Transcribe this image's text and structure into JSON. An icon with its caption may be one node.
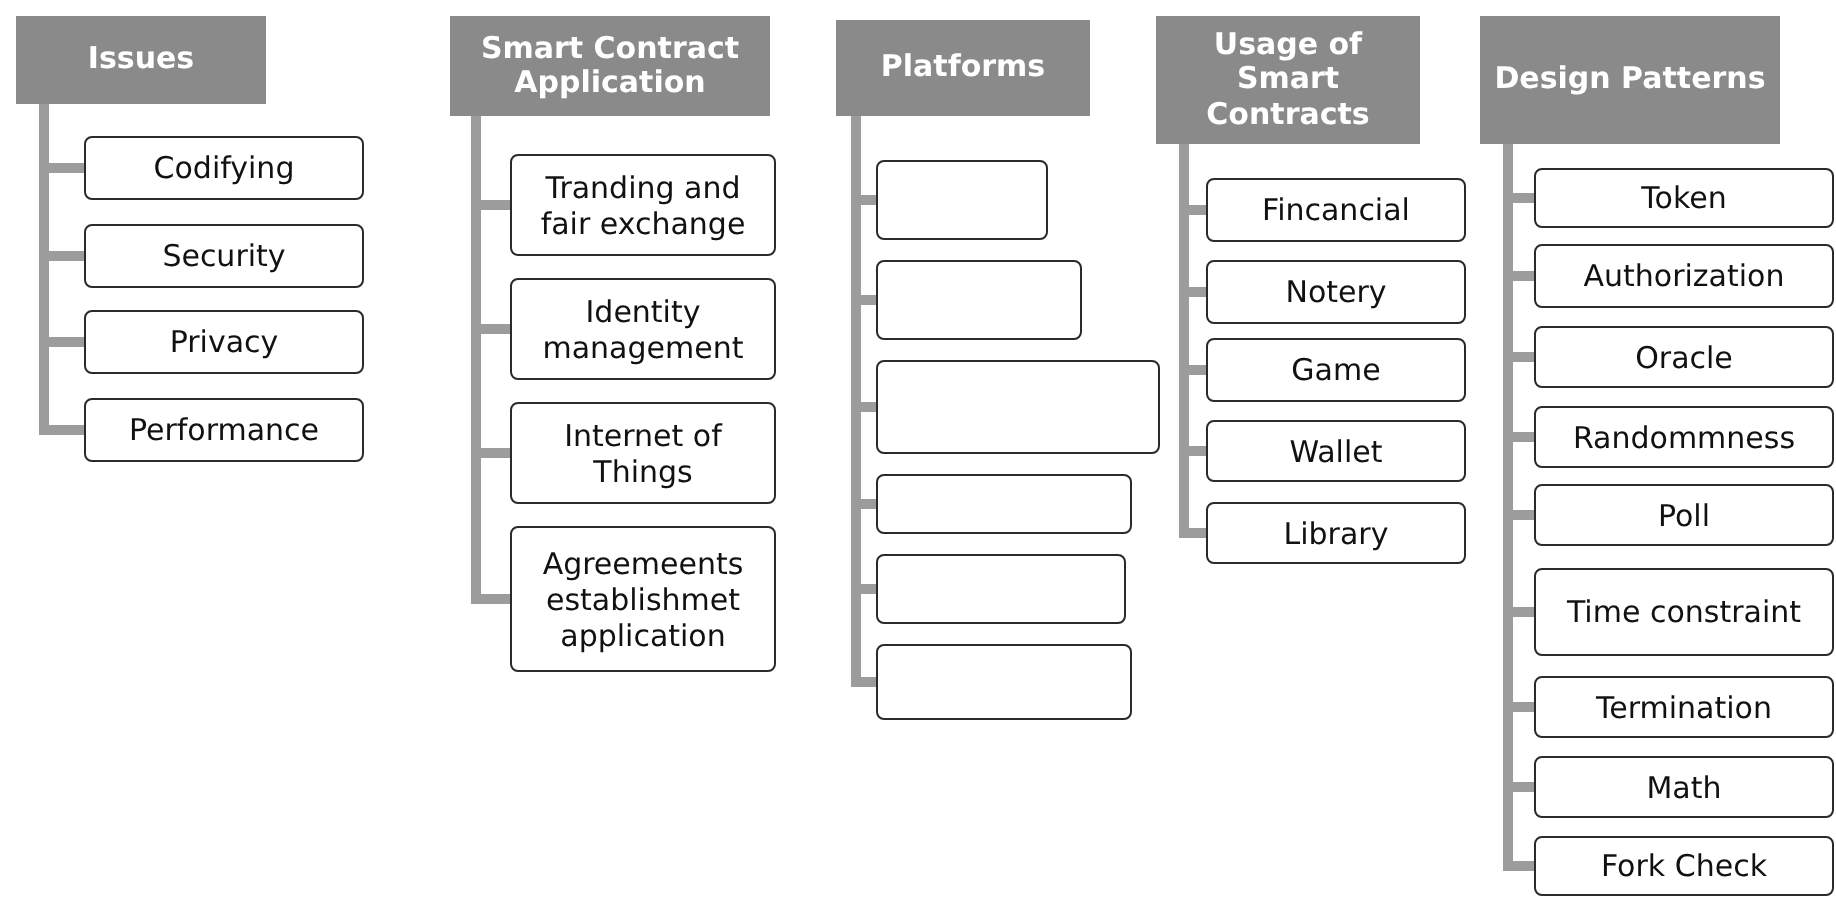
{
  "diagram": {
    "nodes": [
      {
        "text": [
          "Issues"
        ]
      },
      {
        "text": [
          "Codifying"
        ]
      },
      {
        "text": [
          "Security"
        ]
      },
      {
        "text": [
          "Privacy"
        ]
      },
      {
        "text": [
          "Performance"
        ]
      },
      {
        "text": [
          "Smart Contract Application"
        ]
      },
      {
        "text": [
          "Tranding and fair exchange"
        ]
      },
      {
        "text": [
          "Identity management"
        ]
      },
      {
        "text": [
          "Internet of Things"
        ]
      },
      {
        "text": [
          "Agreemeents establishmet application"
        ]
      },
      {
        "text": [
          "Platforms"
        ]
      },
      {
        "text": [],
        "shape": "box"
      },
      {
        "text": [],
        "shape": "box"
      },
      {
        "text": [],
        "shape": "box"
      },
      {
        "text": [],
        "shape": "box"
      },
      {
        "text": [],
        "shape": "box"
      },
      {
        "text": [],
        "shape": "box"
      },
      {
        "text": [
          "Usage of Smart Contracts"
        ]
      },
      {
        "text": [
          "Fincancial"
        ]
      },
      {
        "text": [
          "Notery"
        ]
      },
      {
        "text": [
          "Game"
        ]
      },
      {
        "text": [
          "Wallet"
        ]
      },
      {
        "text": [
          "Library"
        ]
      },
      {
        "text": [
          "Design Patterns"
        ]
      },
      {
        "text": [
          "Token"
        ]
      },
      {
        "text": [
          "Authorization"
        ]
      },
      {
        "text": [
          "Oracle"
        ]
      },
      {
        "text": [
          "Randommness"
        ]
      },
      {
        "text": [
          "Poll"
        ]
      },
      {
        "text": [
          "Time constraint"
        ]
      },
      {
        "text": [
          "Termination"
        ]
      },
      {
        "text": [
          "Math"
        ]
      },
      {
        "text": [
          "Fork Check"
        ]
      }
    ],
    "edges": [
      {
        "from": 0,
        "to": 1,
        "arrow": "none"
      },
      {
        "from": 0,
        "to": 2,
        "arrow": "none"
      },
      {
        "from": 0,
        "to": 3,
        "arrow": "none"
      },
      {
        "from": 0,
        "to": 4,
        "arrow": "none"
      },
      {
        "from": 5,
        "to": 6,
        "arrow": "none"
      },
      {
        "from": 5,
        "to": 7,
        "arrow": "none"
      },
      {
        "from": 5,
        "to": 8,
        "arrow": "none"
      },
      {
        "from": 5,
        "to": 9,
        "arrow": "none"
      },
      {
        "from": 10,
        "to": 11,
        "arrow": "none"
      },
      {
        "from": 10,
        "to": 12,
        "arrow": "none"
      },
      {
        "from": 10,
        "to": 13,
        "arrow": "none"
      },
      {
        "from": 10,
        "to": 14,
        "arrow": "none"
      },
      {
        "from": 10,
        "to": 15,
        "arrow": "none"
      },
      {
        "from": 10,
        "to": 16,
        "arrow": "none"
      },
      {
        "from": 17,
        "to": 18,
        "arrow": "none"
      },
      {
        "from": 17,
        "to": 19,
        "arrow": "none"
      },
      {
        "from": 17,
        "to": 20,
        "arrow": "none"
      },
      {
        "from": 17,
        "to": 21,
        "arrow": "none"
      },
      {
        "from": 17,
        "to": 22,
        "arrow": "none"
      },
      {
        "from": 23,
        "to": 24,
        "arrow": "none"
      },
      {
        "from": 23,
        "to": 25,
        "arrow": "none"
      },
      {
        "from": 23,
        "to": 26,
        "arrow": "none"
      },
      {
        "from": 23,
        "to": 27,
        "arrow": "none"
      },
      {
        "from": 23,
        "to": 28,
        "arrow": "none"
      },
      {
        "from": 23,
        "to": 29,
        "arrow": "none"
      },
      {
        "from": 23,
        "to": 30,
        "arrow": "none"
      },
      {
        "from": 23,
        "to": 31,
        "arrow": "none"
      },
      {
        "from": 23,
        "to": 32,
        "arrow": "none"
      }
    ]
  }
}
